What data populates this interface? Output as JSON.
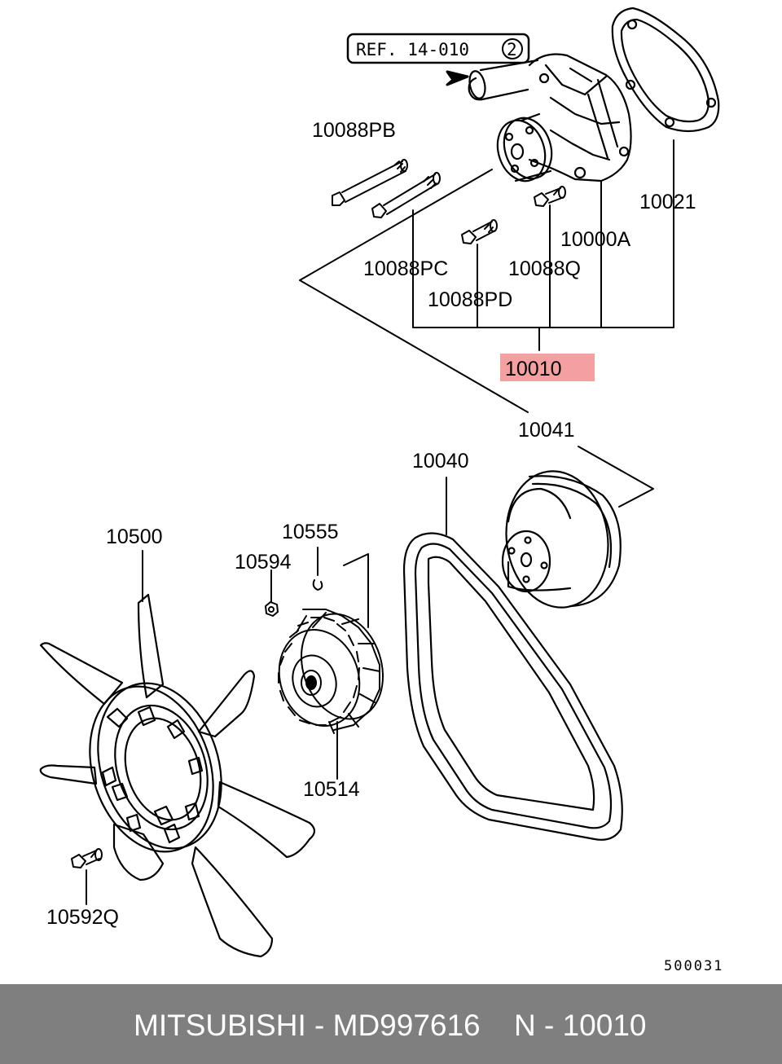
{
  "reference": {
    "text": "REF. 14-010",
    "circle": "2"
  },
  "parts": {
    "p10088PB": "10088PB",
    "p10021": "10021",
    "p10000A": "10000A",
    "p10088PC": "10088PC",
    "p10088Q": "10088Q",
    "p10088PD": "10088PD",
    "p10010": "10010",
    "p10041": "10041",
    "p10040": "10040",
    "p10500": "10500",
    "p10555": "10555",
    "p10594": "10594",
    "p10514": "10514",
    "p10592Q": "10592Q"
  },
  "highlight_color": "#f4a0a0",
  "diagram_code": "500031",
  "footer": {
    "brand": "MITSUBISHI - MD997616",
    "code": "N - 10010"
  }
}
